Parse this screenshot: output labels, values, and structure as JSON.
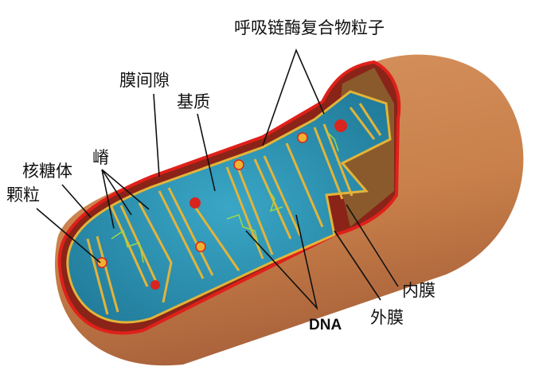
{
  "title": "线粒体结构",
  "labels": {
    "respiratory_particles": "呼吸链酶复合物粒子",
    "intermembrane_space": "膜间隙",
    "matrix": "基质",
    "cristae": "嵴",
    "ribosome": "核糖体",
    "granule": "颗粒",
    "inner_membrane": "内膜",
    "outer_membrane": "外膜",
    "dna": "DNA"
  },
  "colors": {
    "outer_body": "#c9804a",
    "outer_edge": "#e0201a",
    "matrix": "#2a8fb0",
    "crista": "#e2b43a",
    "granule": "#d8251f",
    "ribosome": "#f0b030"
  }
}
